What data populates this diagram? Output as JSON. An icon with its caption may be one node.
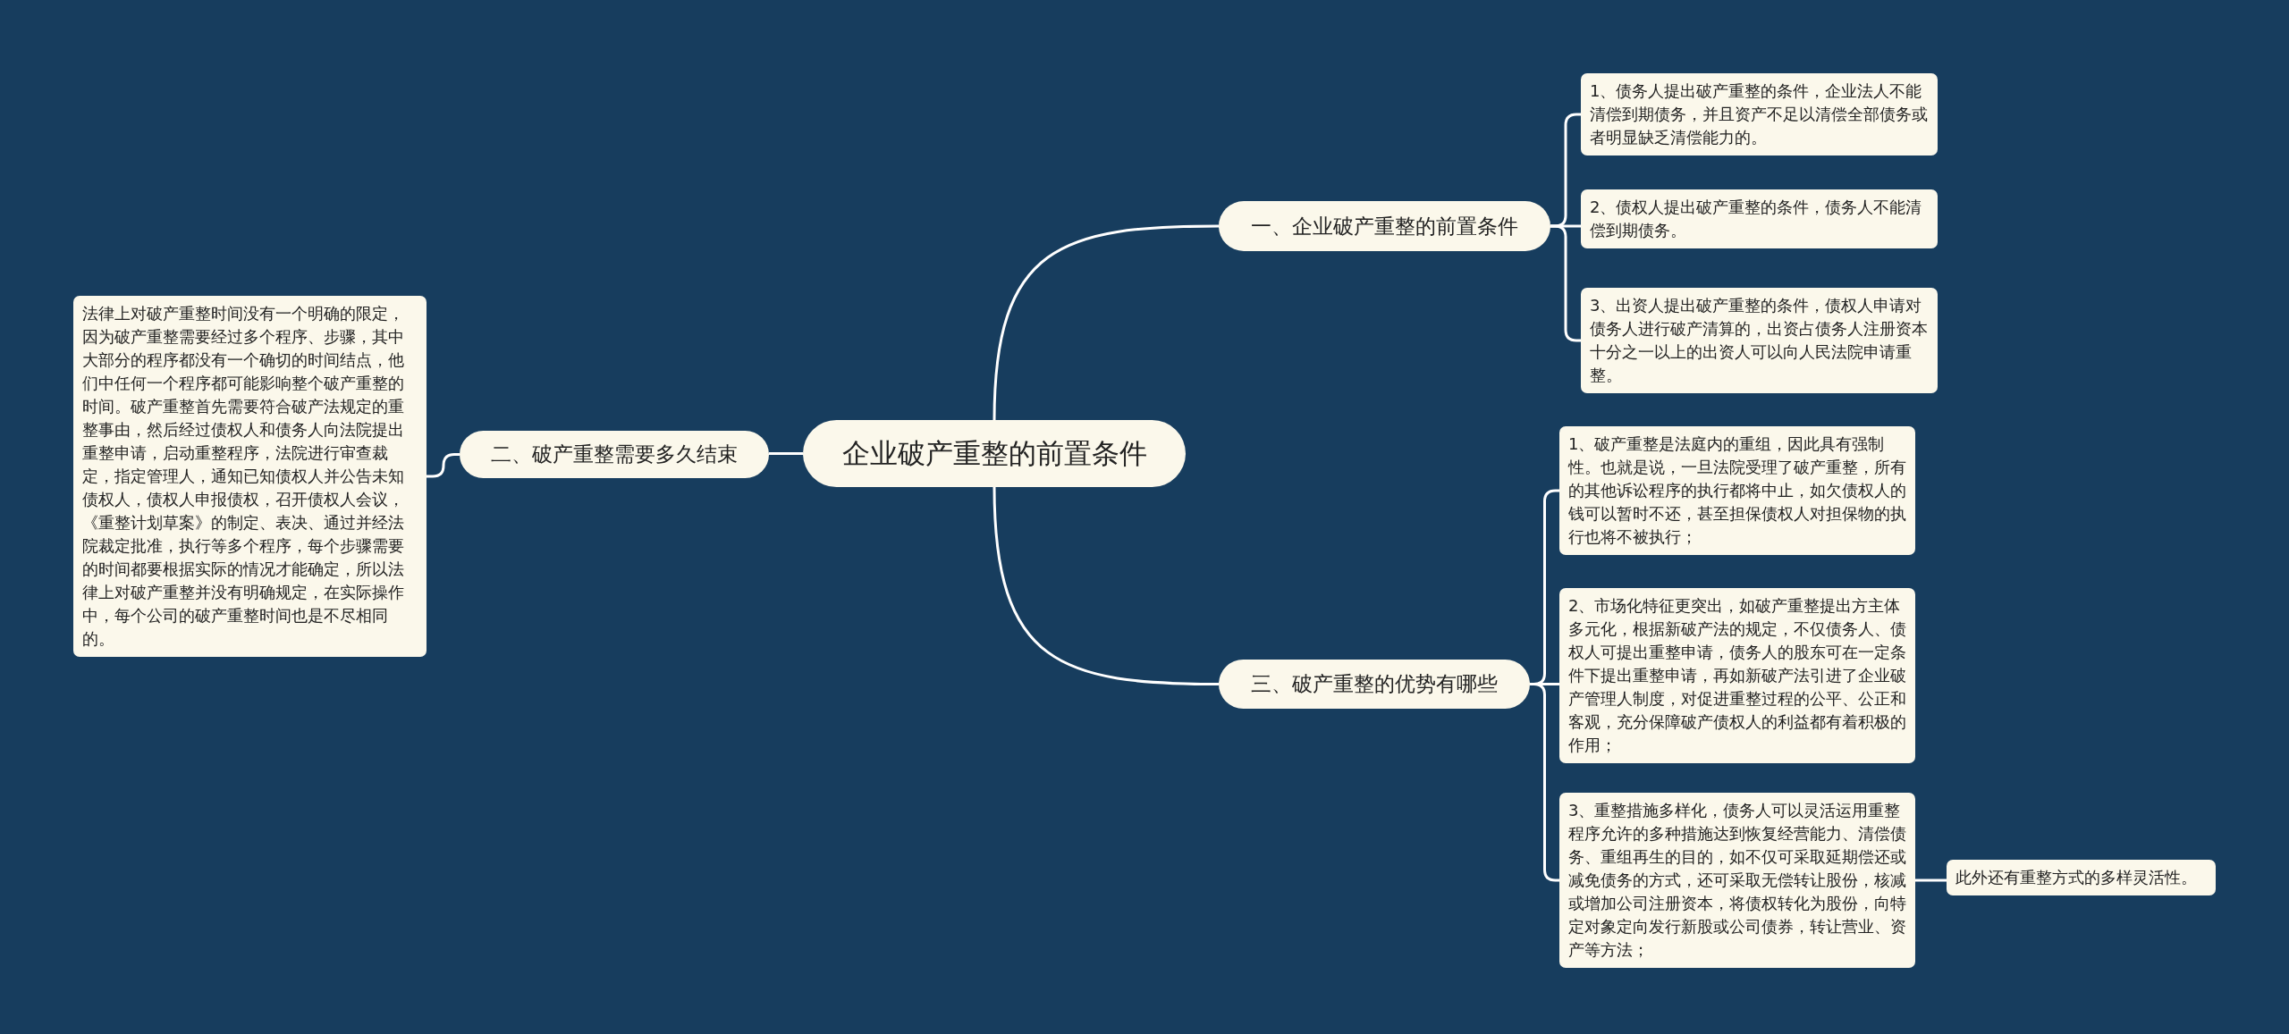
{
  "diagram": {
    "nodes": [
      {
        "text": [
          "企业破产重整的前置条件"
        ]
      },
      {
        "text": [
          "一、企业破产重整的前置条件"
        ]
      },
      {
        "text": [
          "1、债务人提出破产重整的条件，企业法人不能清偿到期债务，并且资产不足以清偿全部债务或者明显缺乏清偿能力的。"
        ]
      },
      {
        "text": [
          "2、债权人提出破产重整的条件，债务人不能清偿到期债务。"
        ]
      },
      {
        "text": [
          "3、出资人提出破产重整的条件，债权人申请对债务人进行破产清算的，出资占债务人注册资本十分之一以上的出资人可以向人民法院申请重整。"
        ]
      },
      {
        "text": [
          "二、破产重整需要多久结束"
        ]
      },
      {
        "text": [
          "法律上对破产重整时间没有一个明确的限定，因为破产重整需要经过多个程序、步骤，其中大部分的程序都没有一个确切的时间结点，他们中任何一个程序都可能影响整个破产重整的时间。破产重整首先需要符合破产法规定的重整事由，然后经过债权人和债务人向法院提出重整申请，启动重整程序，法院进行审查裁定，指定管理人，通知已知债权人并公告未知债权人，债权人申报债权，召开债权人会议，《重整计划草案》的制定、表决、通过并经法院裁定批准，执行等多个程序，每个步骤需要的时间都要根据实际的情况才能确定，所以法律上对破产重整并没有明确规定，在实际操作中，每个公司的破产重整时间也是不尽相同的。"
        ]
      },
      {
        "text": [
          "三、破产重整的优势有哪些"
        ]
      },
      {
        "text": [
          "1、破产重整是法庭内的重组，因此具有强制性。也就是说，一旦法院受理了破产重整，所有的其他诉讼程序的执行都将中止，如欠债权人的钱可以暂时不还，甚至担保债权人对担保物的执行也将不被执行；"
        ]
      },
      {
        "text": [
          "2、市场化特征更突出，如破产重整提出方主体多元化，根据新破产法的规定，不仅债务人、债权人可提出重整申请，债务人的股东可在一定条件下提出重整申请，再如新破产法引进了企业破产管理人制度，对促进重整过程的公平、公正和客观，充分保障破产债权人的利益都有着积极的作用；"
        ]
      },
      {
        "text": [
          "3、重整措施多样化，债务人可以灵活运用重整程序允许的多种措施达到恢复经营能力、清偿债务、重组再生的目的，如不仅可采取延期偿还或减免债务的方式，还可采取无偿转让股份，核减或增加公司注册资本，将债权转化为股份，向特定对象定向发行新股或公司债券，转让营业、资产等方法；"
        ]
      },
      {
        "text": [
          "此外还有重整方式的多样灵活性。"
        ]
      }
    ],
    "edges": [
      {
        "from": 0,
        "to": 1,
        "arrow": "none"
      },
      {
        "from": 1,
        "to": 2,
        "arrow": "none"
      },
      {
        "from": 1,
        "to": 3,
        "arrow": "none"
      },
      {
        "from": 1,
        "to": 4,
        "arrow": "none"
      },
      {
        "from": 0,
        "to": 5,
        "arrow": "none"
      },
      {
        "from": 5,
        "to": 6,
        "arrow": "none"
      },
      {
        "from": 0,
        "to": 7,
        "arrow": "none"
      },
      {
        "from": 7,
        "to": 8,
        "arrow": "none"
      },
      {
        "from": 7,
        "to": 9,
        "arrow": "none"
      },
      {
        "from": 7,
        "to": 10,
        "arrow": "none"
      },
      {
        "from": 10,
        "to": 11,
        "arrow": "none"
      }
    ]
  }
}
